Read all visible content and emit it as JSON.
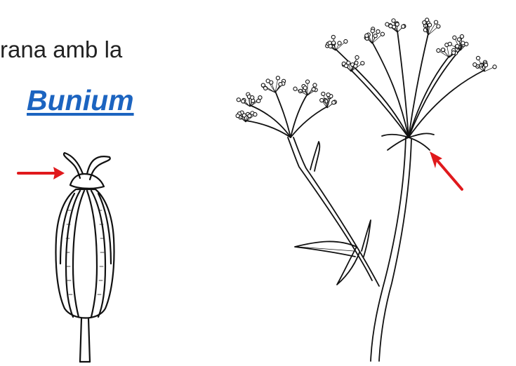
{
  "heading_line": "rana amb la",
  "genus_link": "Bunium",
  "colors": {
    "accent_text": "#1c64c0",
    "arrow": "#e0191c",
    "ink": "#111111"
  },
  "illustrations": [
    "fruit-drawing",
    "umbel-flower-drawing"
  ],
  "annotations": [
    "red-arrow-stylopodium",
    "red-arrow-involucre"
  ]
}
